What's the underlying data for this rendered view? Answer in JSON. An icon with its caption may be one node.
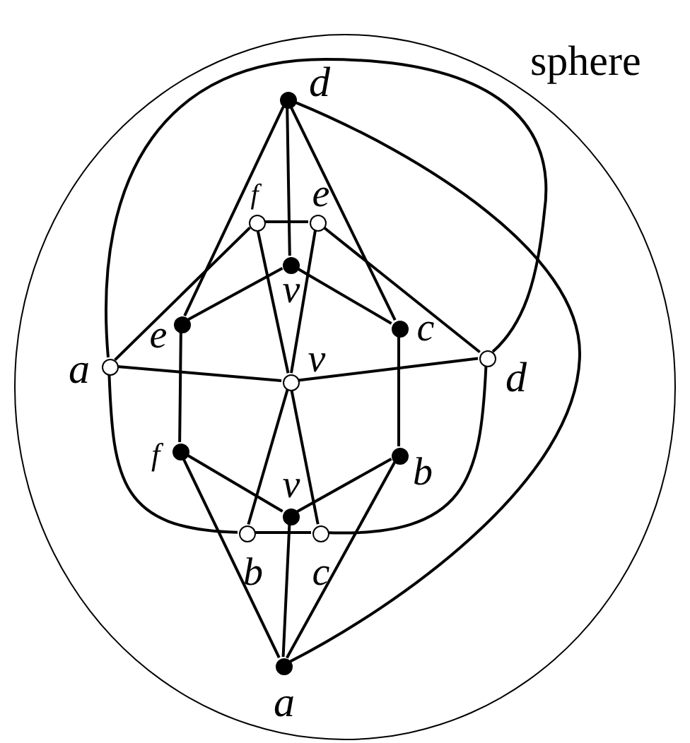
{
  "diagram": {
    "nodes": [
      {
        "text": [
          "sphere"
        ]
      },
      {
        "text": [],
        "shape": "dot",
        "in": 0,
        "beside": [
          "d"
        ]
      },
      {
        "text": [],
        "shape": "circle",
        "in": 0,
        "beside": [
          "f"
        ]
      },
      {
        "text": [],
        "shape": "circle",
        "in": 0,
        "beside": [
          "e"
        ]
      },
      {
        "text": [],
        "shape": "dot",
        "in": 0,
        "beside": [
          "v"
        ]
      },
      {
        "text": [],
        "shape": "dot",
        "in": 0,
        "beside": [
          "e"
        ]
      },
      {
        "text": [],
        "shape": "dot",
        "in": 0,
        "beside": [
          "c"
        ]
      },
      {
        "text": [],
        "shape": "circle",
        "in": 0,
        "beside": [
          "a"
        ]
      },
      {
        "text": [],
        "shape": "circle",
        "in": 0,
        "beside": [
          "v"
        ]
      },
      {
        "text": [],
        "shape": "circle",
        "in": 0,
        "beside": [
          "d"
        ]
      },
      {
        "text": [],
        "shape": "dot",
        "in": 0,
        "beside": [
          "f"
        ]
      },
      {
        "text": [],
        "shape": "dot",
        "in": 0,
        "beside": [
          "b"
        ]
      },
      {
        "text": [],
        "shape": "dot",
        "in": 0,
        "beside": [
          "v"
        ]
      },
      {
        "text": [],
        "shape": "circle",
        "in": 0,
        "beside": [
          "b"
        ]
      },
      {
        "text": [],
        "shape": "circle",
        "in": 0,
        "beside": [
          "c"
        ]
      },
      {
        "text": [],
        "shape": "dot",
        "in": 0,
        "beside": [
          "a"
        ]
      }
    ],
    "edges": [
      {
        "from": 1,
        "to": 4,
        "arrow": "none"
      },
      {
        "from": 1,
        "to": 5,
        "arrow": "none"
      },
      {
        "from": 1,
        "to": 6,
        "arrow": "none"
      },
      {
        "from": 1,
        "to": 15,
        "arrow": "none"
      },
      {
        "from": 7,
        "to": 9,
        "arrow": "none"
      },
      {
        "from": 2,
        "to": 3,
        "arrow": "none"
      },
      {
        "from": 2,
        "to": 7,
        "arrow": "none"
      },
      {
        "from": 2,
        "to": 8,
        "arrow": "none"
      },
      {
        "from": 3,
        "to": 8,
        "arrow": "none"
      },
      {
        "from": 3,
        "to": 9,
        "arrow": "none"
      },
      {
        "from": 4,
        "to": 5,
        "arrow": "none"
      },
      {
        "from": 4,
        "to": 6,
        "arrow": "none"
      },
      {
        "from": 5,
        "to": 10,
        "arrow": "none"
      },
      {
        "from": 6,
        "to": 11,
        "arrow": "none"
      },
      {
        "from": 7,
        "to": 8,
        "arrow": "none"
      },
      {
        "from": 8,
        "to": 9,
        "arrow": "none"
      },
      {
        "from": 7,
        "to": 13,
        "arrow": "none"
      },
      {
        "from": 9,
        "to": 14,
        "arrow": "none"
      },
      {
        "from": 8,
        "to": 13,
        "arrow": "none"
      },
      {
        "from": 8,
        "to": 14,
        "arrow": "none"
      },
      {
        "from": 10,
        "to": 12,
        "arrow": "none"
      },
      {
        "from": 11,
        "to": 12,
        "arrow": "none"
      },
      {
        "from": 13,
        "to": 14,
        "arrow": "none"
      },
      {
        "from": 10,
        "to": 15,
        "arrow": "none"
      },
      {
        "from": 11,
        "to": 15,
        "arrow": "none"
      },
      {
        "from": 12,
        "to": 15,
        "arrow": "none"
      }
    ]
  }
}
